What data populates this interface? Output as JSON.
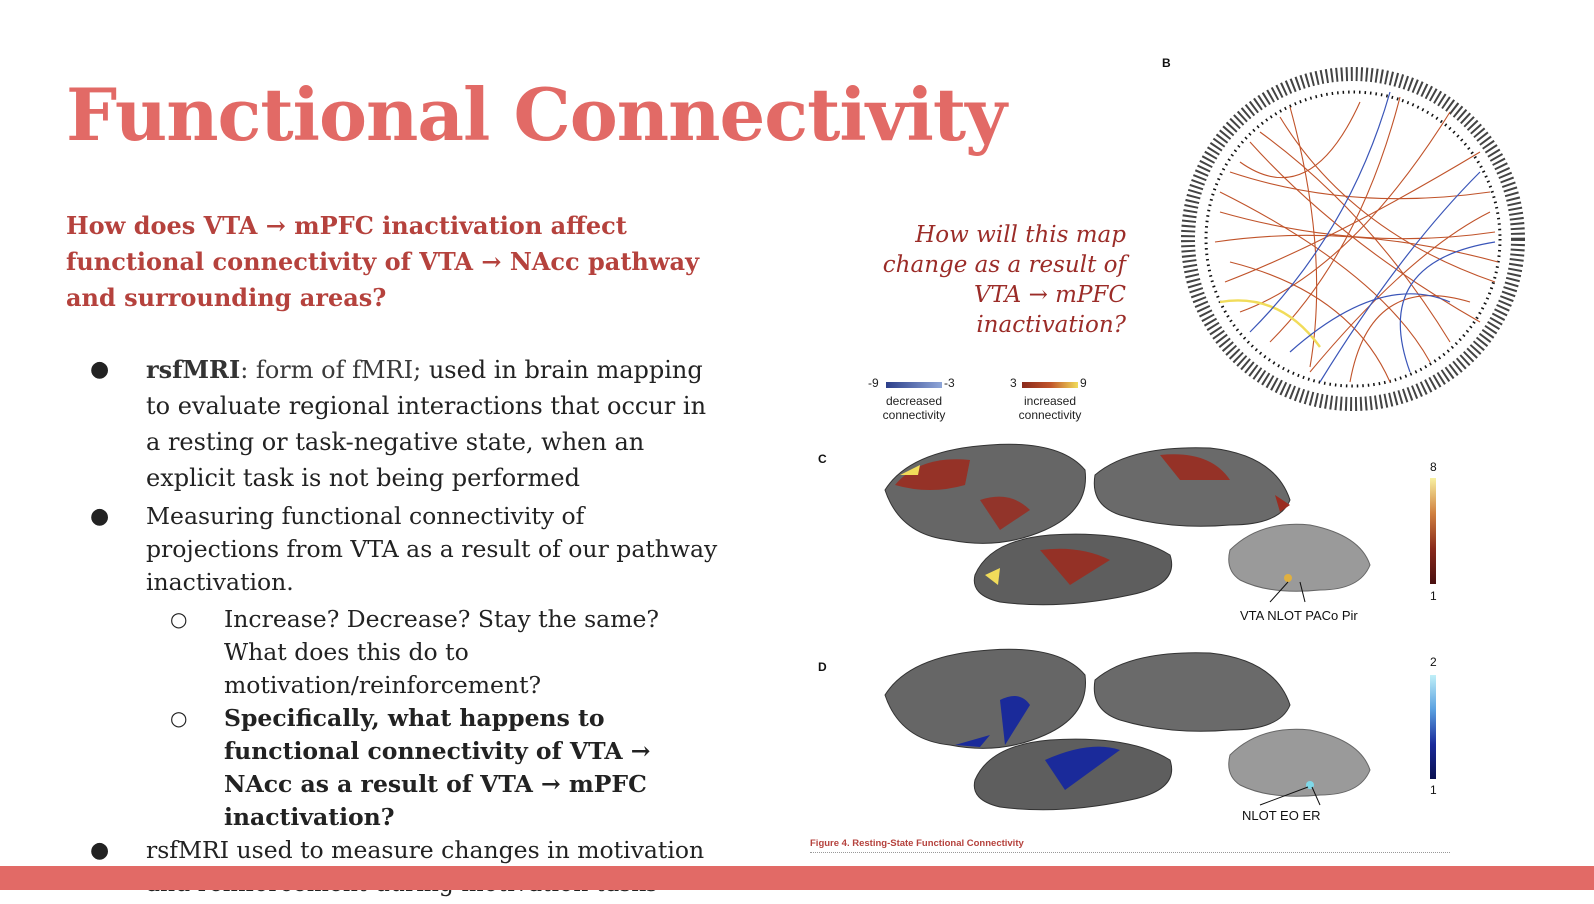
{
  "title": "Functional Connectivity",
  "question": "How does VTA → mPFC inactivation affect functional connectivity of VTA → NAcc pathway and surrounding areas?",
  "bullets": {
    "b1_term": "rsfMRI",
    "b1_def": ": form of fMRI;",
    "b1_rest": " used in brain mapping to evaluate regional interactions that occur in a resting or task-negative state, when an explicit task is not being performed",
    "b2": "Measuring functional connectivity of projections from VTA as a result of our pathway inactivation.",
    "sub1": "Increase? Decrease? Stay the same? What does this do to motivation/reinforcement?",
    "sub2": "Specifically, what happens to functional connectivity of VTA → NAcc as a result of VTA → mPFC inactivation?",
    "b3": "rsfMRI used to measure changes in motivation and reinforcement during motivation tasks",
    "bullet_glyph": "●",
    "sub_glyph": "○"
  },
  "map_question": "How will this map change as a result of VTA → mPFC inactivation?",
  "figure": {
    "panel_b": "B",
    "panel_c": "C",
    "panel_d": "D",
    "legend_decreased_min": "-9",
    "legend_decreased_max": "-3",
    "legend_decreased_label": "decreased connectivity",
    "legend_increased_min": "3",
    "legend_increased_max": "9",
    "legend_increased_label": "increased connectivity",
    "scale_c_top": "8",
    "scale_c_bottom": "1",
    "scale_d_top": "2",
    "scale_d_bottom": "1",
    "labels_c": "VTA NLOT  PACo Pir",
    "labels_d": "NLOT EO    ER",
    "caption": "Figure 4.  Resting-State Functional Connectivity"
  },
  "colors": {
    "title": "#e26a66",
    "question": "#b5423d",
    "map_question": "#9b2c28",
    "bar": "#e26a66",
    "increased": "#c0532a",
    "decreased": "#3a55b8"
  }
}
